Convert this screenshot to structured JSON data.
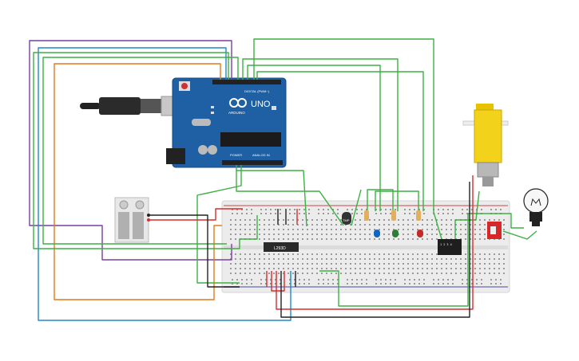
{
  "board": {
    "model_label": "UNO",
    "brand_label": "ARDUINO",
    "digital_header_label": "DIGITAL (PWM~)",
    "power_label": "POWER",
    "analog_label": "ANALOG IN",
    "color": "#1f5fa3"
  },
  "chips": {
    "driver_label": "L293D",
    "sensor_label": "TMP",
    "relay_label": "1 2 3 4"
  },
  "leds": [
    {
      "color": "#1565c0"
    },
    {
      "color": "#2e7d32"
    },
    {
      "color": "#c62828"
    }
  ],
  "wire_colors": {
    "green": "#3cb043",
    "purple": "#7b3fa0",
    "orange": "#e07b1a",
    "blue": "#1e88c8",
    "red": "#d32f2f",
    "black": "#222222"
  }
}
